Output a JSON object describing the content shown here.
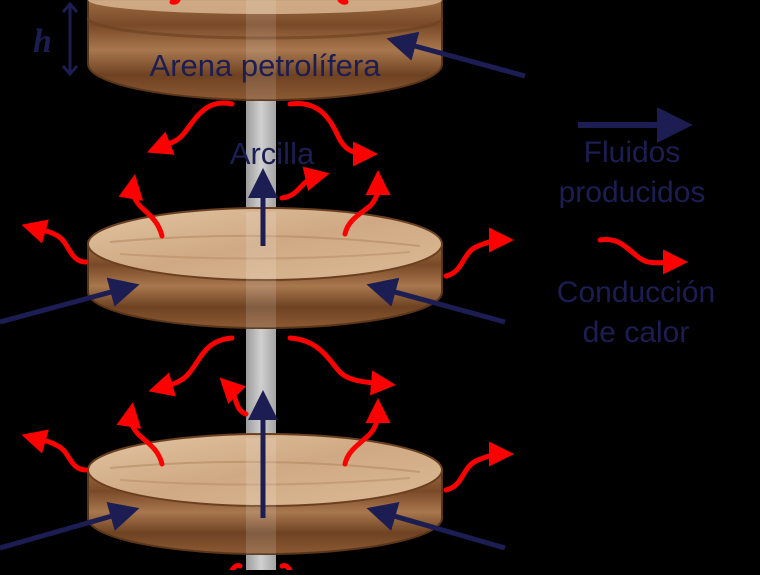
{
  "colors": {
    "background": "#000000",
    "fluid_arrow": "#1c1d52",
    "heat_arrow": "#ff0000",
    "label_text": "#1c1d52",
    "disk_side": "#8c5a34",
    "disk_top": "#d7b593",
    "pipe": "#b7b7b7"
  },
  "labels": {
    "height_symbol": "h",
    "reservoir": "Arena petrolífera",
    "clay": "Arcilla"
  },
  "legend": {
    "fluids_line1": "Fluidos",
    "fluids_line2": "producidos",
    "heat_line1": "Conducción",
    "heat_line2": "de calor"
  },
  "icons": {
    "fluid_arrow": "straight-arrow-icon",
    "heat_arrow": "wavy-arrow-icon"
  }
}
